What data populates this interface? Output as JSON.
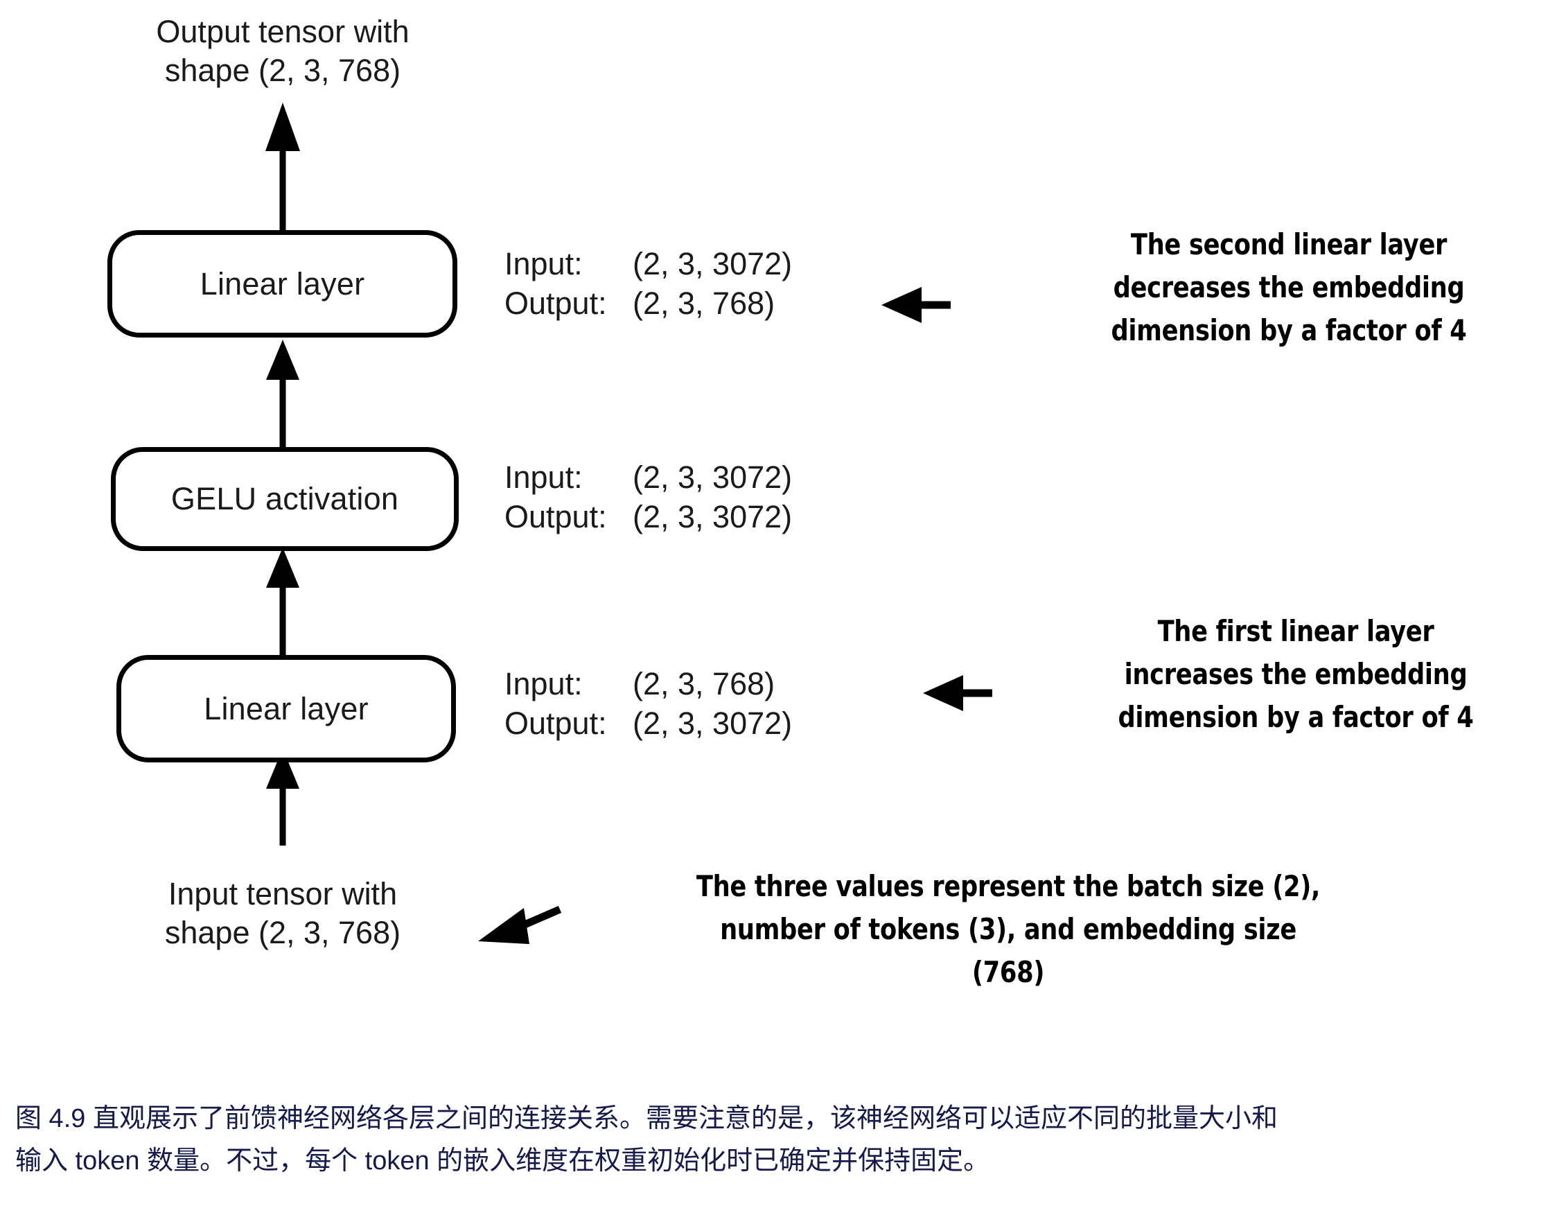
{
  "figure": {
    "title_top": "Output tensor with\nshape (2, 3, 768)",
    "title_bottom": "Input tensor with\nshape (2, 3, 768)"
  },
  "nodes": [
    {
      "id": "linear-2",
      "label": "Linear layer"
    },
    {
      "id": "gelu",
      "label": "GELU activation"
    },
    {
      "id": "linear-1",
      "label": "Linear layer"
    }
  ],
  "io_specs": [
    {
      "for": "linear-2",
      "input_key": "Input:",
      "input_value": "(2, 3, 3072)",
      "output_key": "Output:",
      "output_value": "(2, 3, 768)"
    },
    {
      "for": "gelu",
      "input_key": "Input:",
      "input_value": "(2, 3, 3072)",
      "output_key": "Output:",
      "output_value": "(2, 3, 3072)"
    },
    {
      "for": "linear-1",
      "input_key": "Input:",
      "input_value": "(2, 3, 768)",
      "output_key": "Output:",
      "output_value": "(2, 3, 3072)"
    }
  ],
  "annotations": [
    {
      "id": "second-linear",
      "text": "The second linear layer\ndecreases the embedding\ndimension by a factor of 4"
    },
    {
      "id": "first-linear",
      "text": "The first linear layer\nincreases the embedding\ndimension by a factor of 4"
    },
    {
      "id": "three-values",
      "text": "The three values represent the batch size (2),\nnumber of tokens (3), and embedding size\n(768)"
    }
  ],
  "caption": {
    "line1": "图 4.9 直观展示了前馈神经网络各层之间的连接关系。需要注意的是，该神经网络可以适应不同的批量大小和",
    "line2": "输入 token 数量。不过，每个 token 的嵌入维度在权重初始化时已确定并保持固定。"
  },
  "colors": {
    "ink": "#1a1a1a",
    "stroke": "#000000",
    "caption": "#141a4a",
    "background": "#ffffff"
  }
}
